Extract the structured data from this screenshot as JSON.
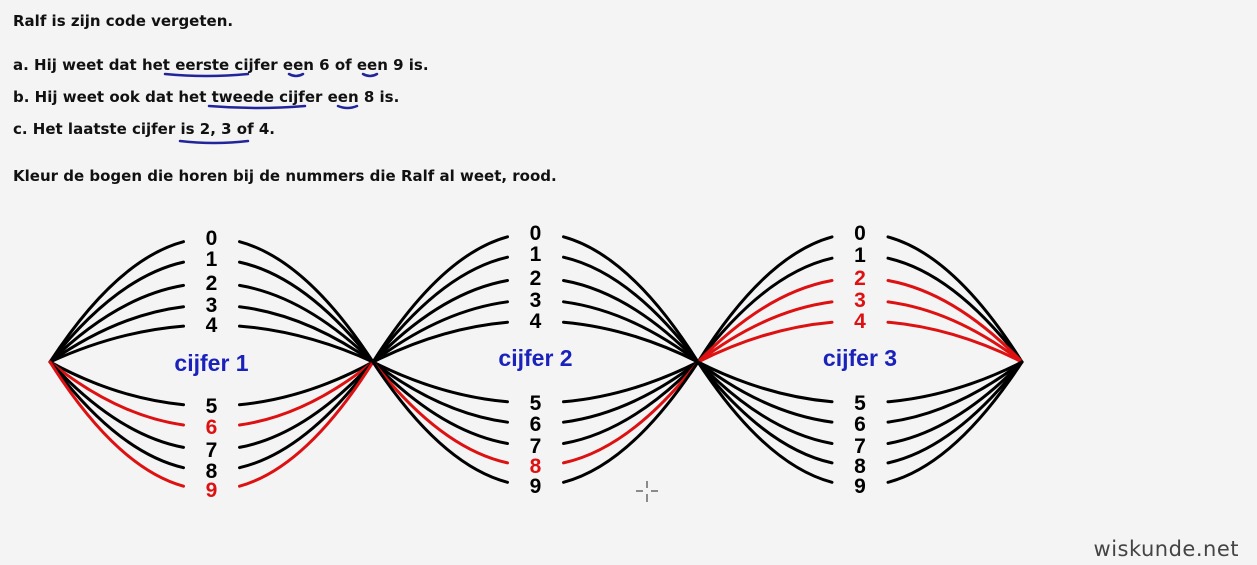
{
  "title": "Ralf is zijn code vergeten.",
  "hints": {
    "a": "a. Hij weet dat het eerste cijfer een 6 of een 9 is.",
    "b": "b. Hij weet ook dat het tweede cijfer een 8 is.",
    "c": "c. Het laatste cijfer is 2, 3 of 4."
  },
  "instruction": "Kleur de bogen die horen bij de nummers die Ralf al weet, rood.",
  "colors": {
    "arc": "#000000",
    "highlight": "#dd1111",
    "label": "#1a22bb",
    "underline": "#22249a"
  },
  "digits": [
    "0",
    "1",
    "2",
    "3",
    "4",
    "5",
    "6",
    "7",
    "8",
    "9"
  ],
  "wheels": [
    {
      "label": "cijfer 1",
      "red": [
        "6",
        "9"
      ]
    },
    {
      "label": "cijfer 2",
      "red": [
        "8"
      ]
    },
    {
      "label": "cijfer 3",
      "red": [
        "2",
        "3",
        "4"
      ]
    }
  ],
  "watermark": "wiskunde.net"
}
